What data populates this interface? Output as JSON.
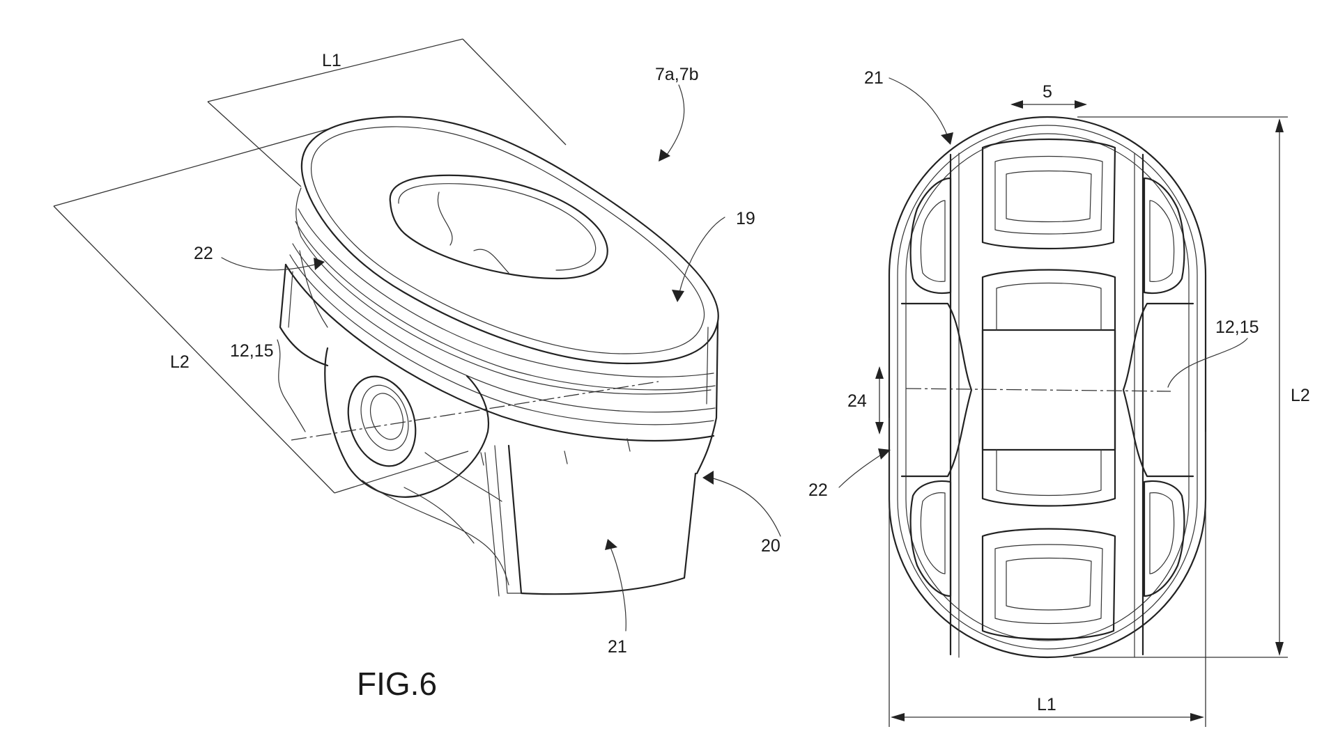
{
  "figure_label": "FIG.6",
  "left_view": {
    "labels": {
      "l1": "L1",
      "ref_7a7b": "7a,7b",
      "ref_19": "19",
      "ref_22": "22",
      "ref_12_15": "12,15",
      "l2": "L2",
      "ref_20": "20",
      "ref_21": "21"
    }
  },
  "right_view": {
    "labels": {
      "ref_21": "21",
      "ref_5": "5",
      "ref_12_15": "12,15",
      "l2": "L2",
      "ref_24": "24",
      "ref_22": "22",
      "l1": "L1"
    }
  }
}
